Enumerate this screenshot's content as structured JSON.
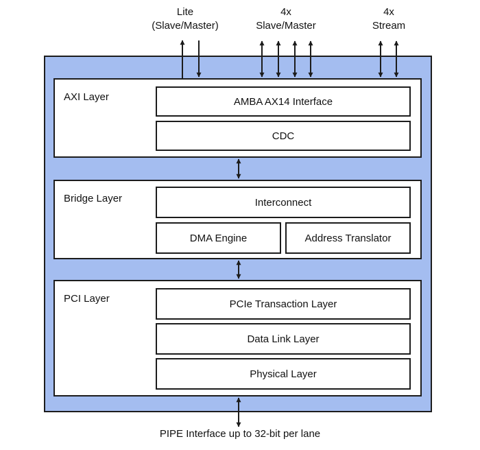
{
  "top_labels": {
    "lite": {
      "line1": "Lite",
      "line2": "(Slave/Master)"
    },
    "slave_master": {
      "line1": "4x",
      "line2": "Slave/Master"
    },
    "stream": {
      "line1": "4x",
      "line2": "Stream"
    }
  },
  "layers": {
    "axi": {
      "title": "AXI Layer",
      "blocks": [
        "AMBA AX14 Interface",
        "CDC"
      ]
    },
    "bridge": {
      "title": "Bridge Layer",
      "blocks": [
        "Interconnect",
        "DMA Engine",
        "Address Translator"
      ]
    },
    "pci": {
      "title": "PCI Layer",
      "blocks": [
        "PCIe Transaction Layer",
        "Data Link Layer",
        "Physical Layer"
      ]
    }
  },
  "bottom_label": "PIPE Interface up to 32-bit per lane",
  "colors": {
    "container_fill": "#a4bdf0",
    "line": "#1c1c1c"
  }
}
